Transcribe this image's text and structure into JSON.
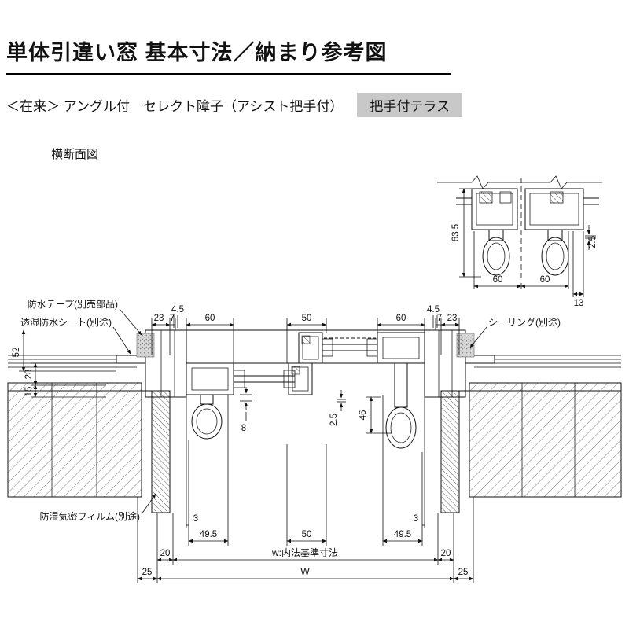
{
  "header": {
    "title": "単体引違い窓 基本寸法／納まり参考図",
    "subtitle": "＜在来＞ アングル付　セレクト障子（アシスト把手付）",
    "badge": "把手付テラス",
    "section_label": "横断面図"
  },
  "labels": {
    "waterproof_tape": "防水テープ(別売部品)",
    "breathable_sheet": "透湿防水シート(別途)",
    "sealing": "シーリング(別途)",
    "moisture_film": "防湿気密フィルム(別途)"
  },
  "dims": {
    "detail": {
      "h635": "63.5",
      "g25": "2.5",
      "w60l": "60",
      "w60r": "60",
      "w13": "13"
    },
    "top": {
      "a45l": "4.5",
      "a23l": "23",
      "a7l": "7",
      "a60l": "60",
      "a50": "50",
      "a60r": "60",
      "a7r": "7",
      "a23r": "23",
      "a45r": "4.5"
    },
    "side": {
      "d52": "52",
      "d28": "28",
      "d15": "15"
    },
    "mid": {
      "d8": "8",
      "d25": "2.5",
      "d46": "46"
    },
    "bottom": {
      "b3l": "3",
      "b495l": "49.5",
      "b50": "50",
      "b495r": "49.5",
      "b3r": "3",
      "b20l": "20",
      "bw_inner": "w:内法基準寸法",
      "b20r": "20",
      "b25l": "25",
      "bw": "W",
      "b25r": "25"
    }
  },
  "colors": {
    "badge_bg": "#c8c8c8",
    "line": "#111111"
  }
}
